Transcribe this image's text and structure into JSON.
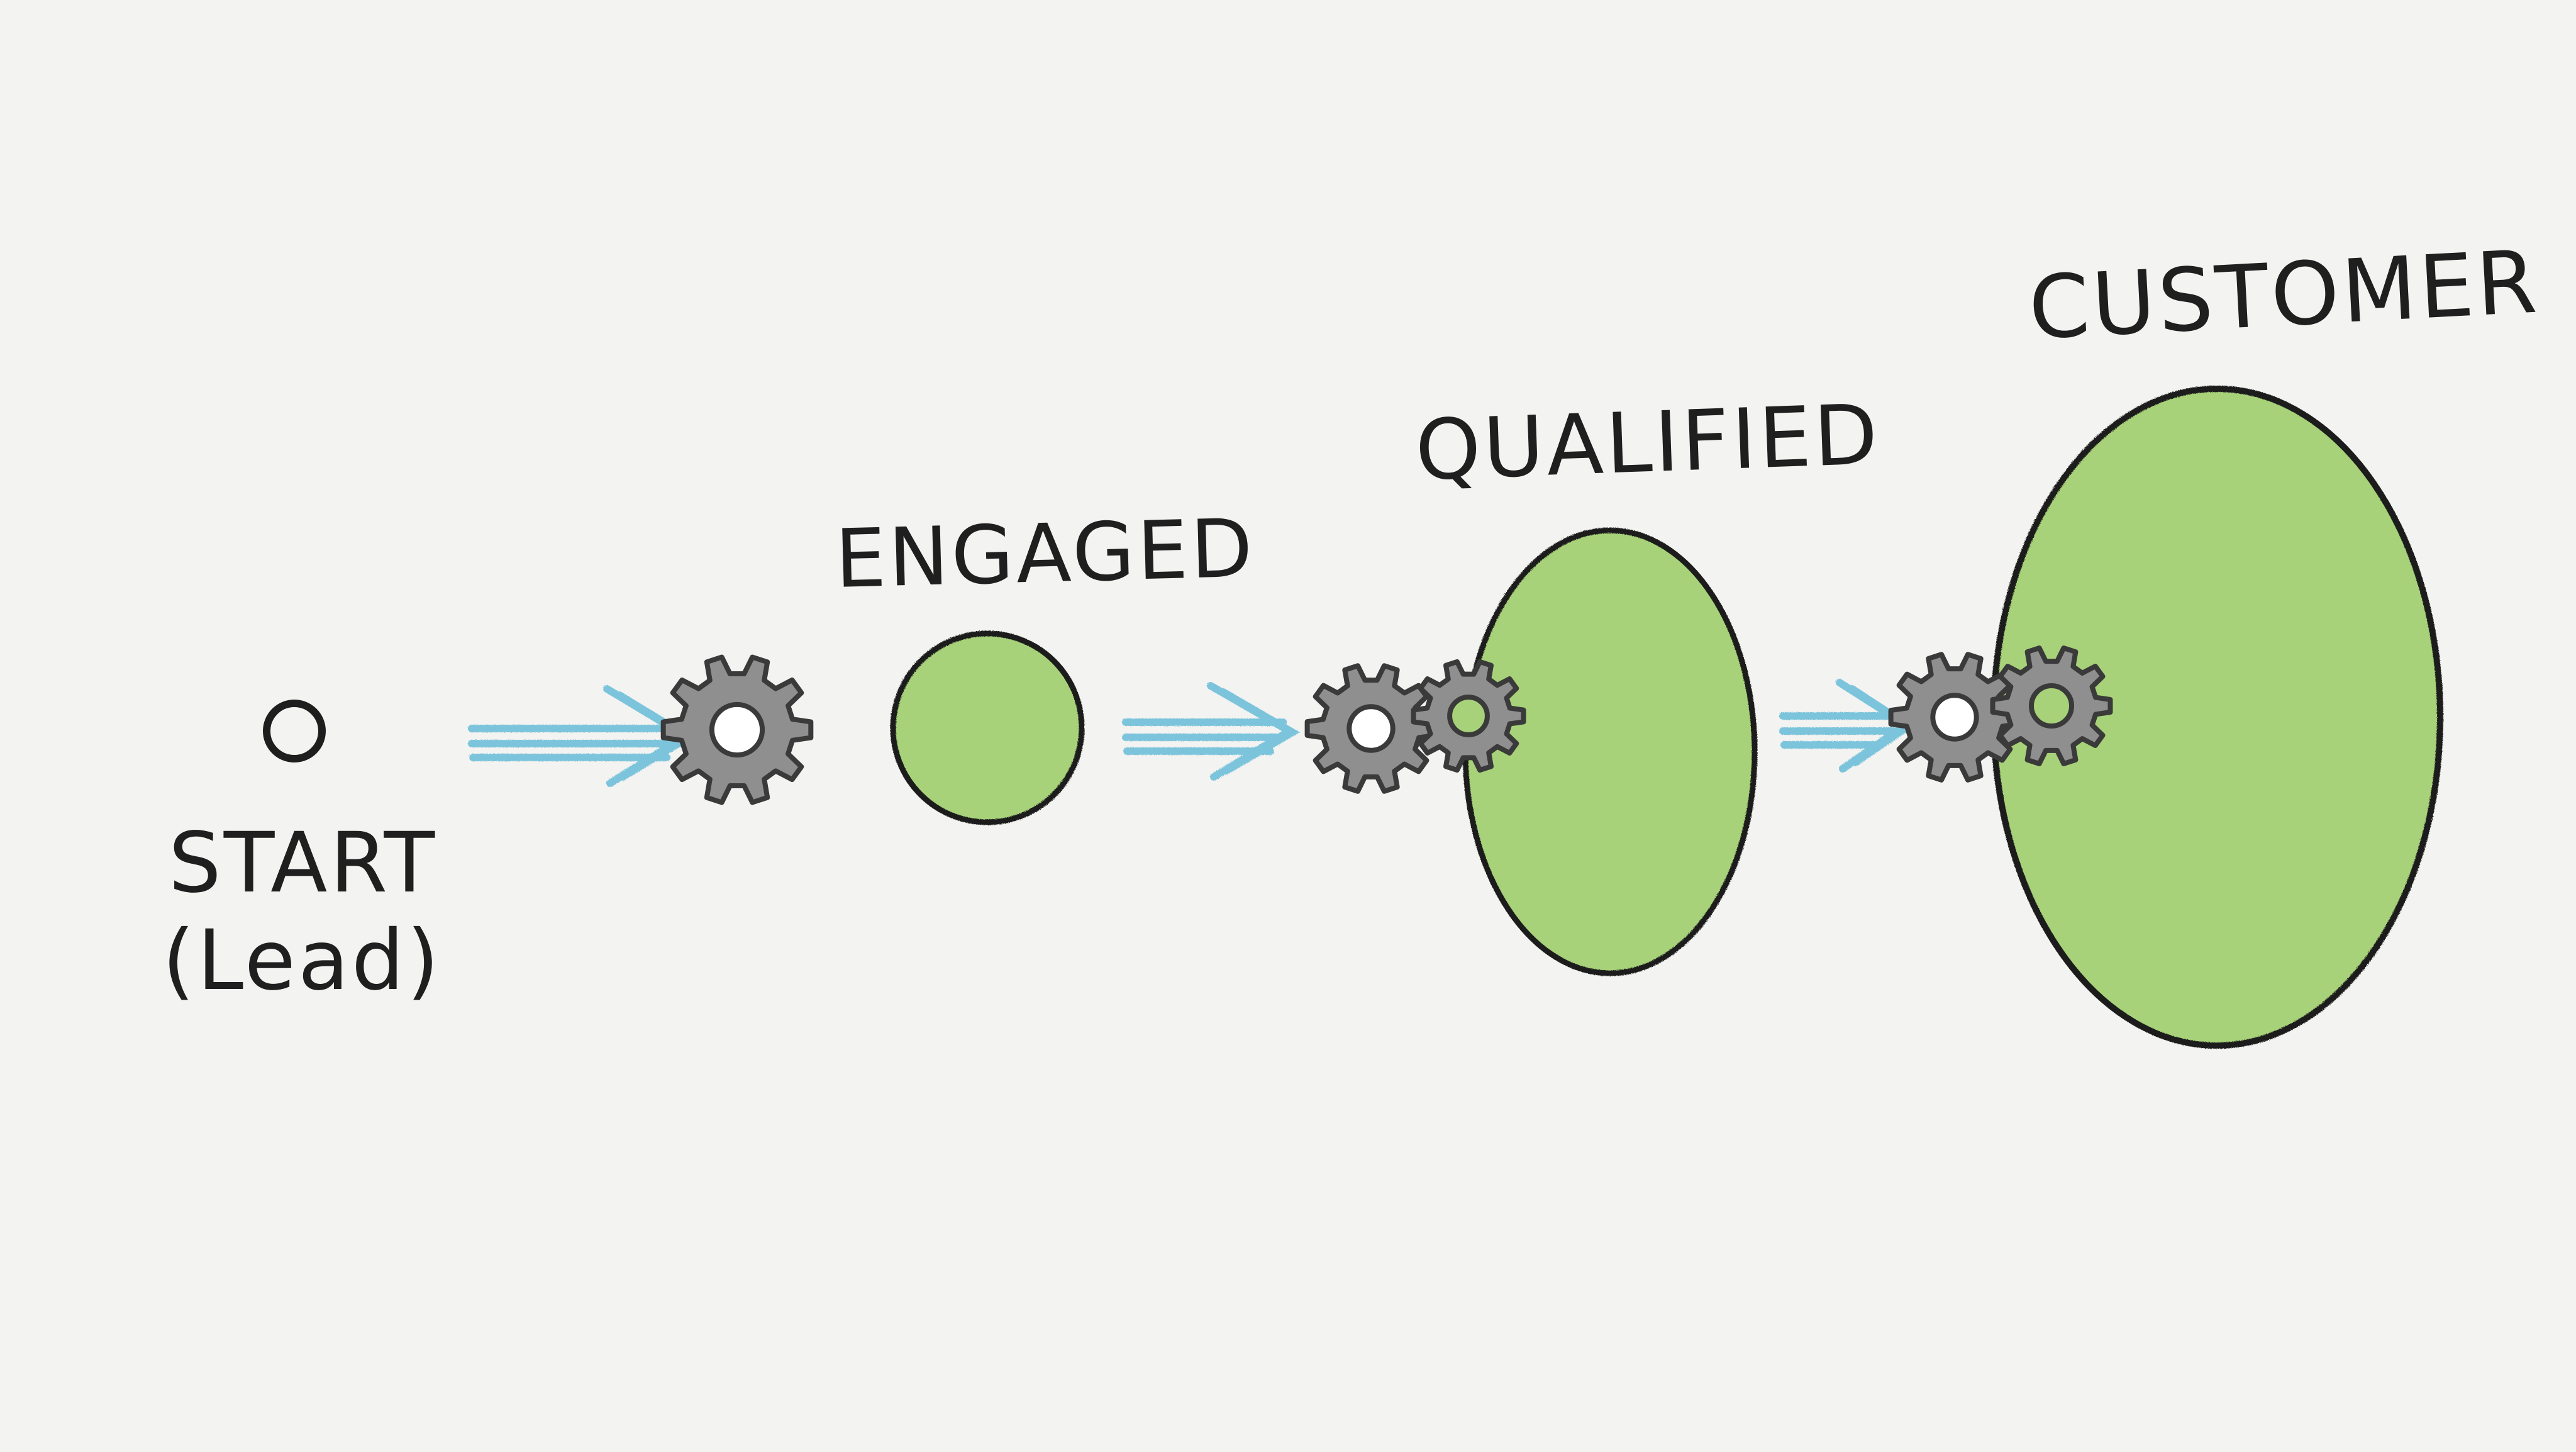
{
  "diagram": {
    "stages": [
      {
        "id": "start",
        "label": "START",
        "sublabel": "(Lead)"
      },
      {
        "id": "engaged",
        "label": "ENGAGED"
      },
      {
        "id": "qualified",
        "label": "QUALIFIED"
      },
      {
        "id": "customer",
        "label": "CUSTOMER"
      }
    ],
    "colors": {
      "stage_fill": "#a8d279",
      "stage_outline": "#1e1e1e",
      "arrow": "#7cc4db",
      "gear_fill": "#8f8f8f",
      "gear_outline": "#3a3a3a",
      "gear_hub": "#a8d279",
      "background": "#f3f3f1"
    },
    "icons": [
      "gear-icon",
      "arrow-right-icon"
    ]
  }
}
